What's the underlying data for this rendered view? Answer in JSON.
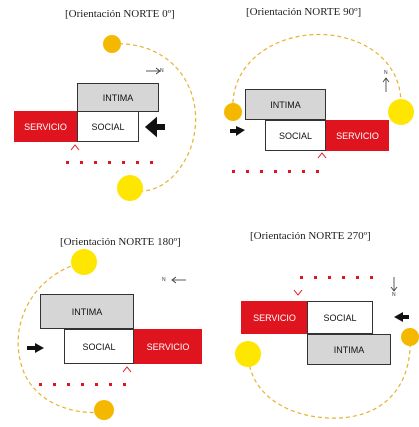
{
  "colors": {
    "servicio": "#e0141e",
    "intima": "#d6d6d6",
    "sun": "#f5b800",
    "sun_bright": "#ffe600",
    "path": "#e8b230",
    "dots": "#e0141e"
  },
  "panels": [
    {
      "title": "[Orientación NORTE 0º]",
      "north_label": "N",
      "labels": {
        "intima": "INTIMA",
        "social": "SOCIAL",
        "servicio": "SERVICIO"
      }
    },
    {
      "title": "[Orientación NORTE 90º]",
      "north_label": "N",
      "labels": {
        "intima": "INTIMA",
        "social": "SOCIAL",
        "servicio": "SERVICIO"
      }
    },
    {
      "title": "[Orientación NORTE 180º]",
      "north_label": "N",
      "labels": {
        "intima": "INTIMA",
        "social": "SOCIAL",
        "servicio": "SERVICIO"
      }
    },
    {
      "title": "[Orientación NORTE 270º]",
      "north_label": "N",
      "labels": {
        "intima": "INTIMA",
        "social": "SOCIAL",
        "servicio": "SERVICIO"
      }
    }
  ]
}
